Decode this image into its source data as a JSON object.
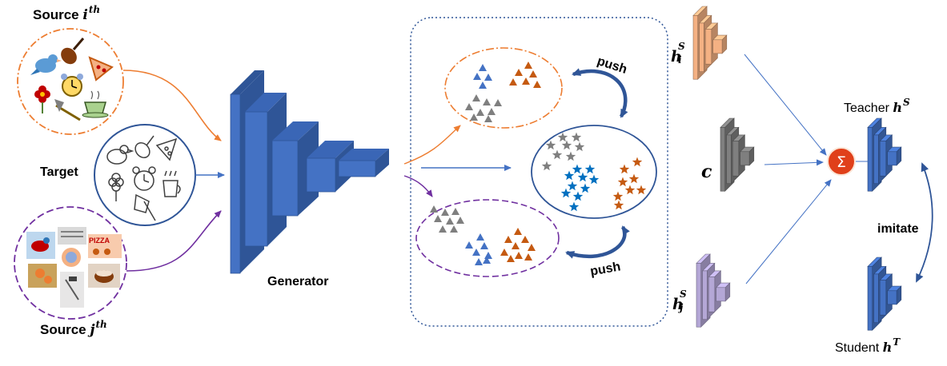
{
  "source_i": {
    "prefix": "Source ",
    "var": "i",
    "sup": "th"
  },
  "target": "Target",
  "source_j": {
    "prefix": "Source ",
    "var": "j",
    "sup": "th"
  },
  "generator": "Generator",
  "push_top": "push",
  "push_bottom": "push",
  "teacher": {
    "prefix": "Teacher ",
    "var": "h",
    "sup": "S"
  },
  "student": {
    "prefix": "Student ",
    "var": "h",
    "sup": "T"
  },
  "imitate": "imitate",
  "hi": {
    "var": "h",
    "sup": "S",
    "sub": "i"
  },
  "hj": {
    "var": "h",
    "sup": "S",
    "sub": "j"
  },
  "c": "c",
  "sum_symbol": "Σ",
  "source_j_image_text": "PIZZA",
  "colors": {
    "orange": "#ED7D31",
    "blue": "#4472C4",
    "purple": "#7030A0",
    "gray": "#7F7F7F",
    "red": "#E0401A",
    "dark_blue": "#2F5597"
  },
  "icons": {
    "source_i": [
      "bird-icon",
      "violin-icon",
      "pizza-icon",
      "clock-icon",
      "flower-icon",
      "axe-icon",
      "teacup-icon"
    ],
    "target": [
      "bird-sketch-icon",
      "violin-sketch-icon",
      "pizza-sketch-icon",
      "flower-sketch-icon",
      "clock-sketch-icon",
      "teapot-sketch-icon",
      "axe-sketch-icon"
    ],
    "source_j": [
      "bird-photo-icon",
      "violin-photo-icon",
      "pizza-photo-icon",
      "clock-photo-icon",
      "flower-photo-icon",
      "axe-photo-icon",
      "teacup-photo-icon"
    ]
  }
}
